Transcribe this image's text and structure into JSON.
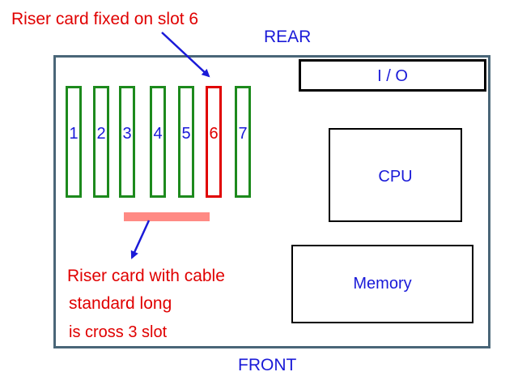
{
  "annotations": {
    "riser_fixed": "Riser card fixed on slot 6",
    "riser_cable_line1": "Riser card with cable",
    "riser_cable_line2": "standard long",
    "riser_cable_line3": "is cross 3 slot"
  },
  "orientation": {
    "rear": "REAR",
    "front": "FRONT"
  },
  "slots": [
    {
      "label": "1",
      "status": "normal"
    },
    {
      "label": "2",
      "status": "normal"
    },
    {
      "label": "3",
      "status": "normal"
    },
    {
      "label": "4",
      "status": "normal"
    },
    {
      "label": "5",
      "status": "normal"
    },
    {
      "label": "6",
      "status": "riser-fixed"
    },
    {
      "label": "7",
      "status": "normal"
    }
  ],
  "components": {
    "io": "I / O",
    "cpu": "CPU",
    "memory": "Memory"
  },
  "colors": {
    "annotation_red": "#e00000",
    "label_blue": "#1a1ad8",
    "slot_green": "#1d8a1d",
    "board_border": "#4a6678",
    "riser_bar": "#ff8a84",
    "arrow_blue": "#1a1ad8"
  }
}
